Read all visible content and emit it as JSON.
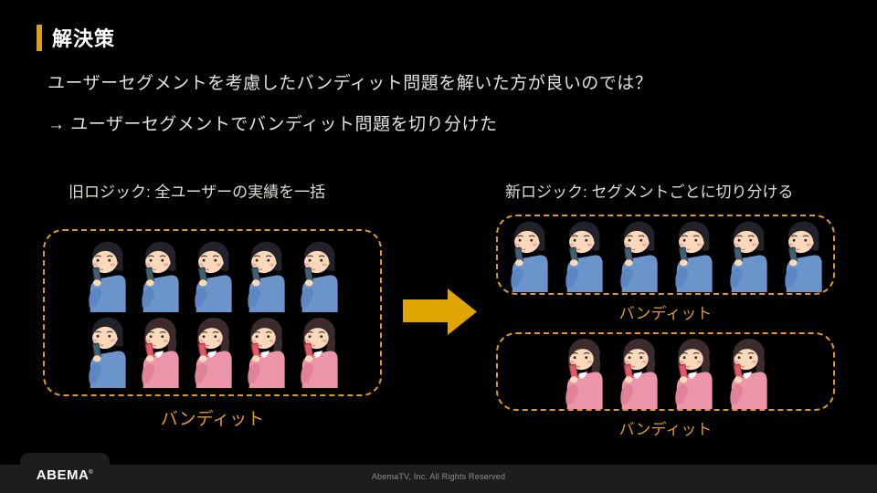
{
  "slide": {
    "title": "解決策",
    "lines": {
      "question": "ユーザーセグメントを考慮したバンディット問題を解いた方が良いのでは？",
      "answer": "→ ユーザーセグメントでバンディット問題を切り分けた"
    }
  },
  "old_logic": {
    "heading": "旧ロジック: 全ユーザーの実績を一括",
    "bandit_label": "バンディット",
    "rows": [
      [
        "male",
        "male",
        "male",
        "male",
        "male"
      ],
      [
        "male",
        "female",
        "female",
        "female",
        "female"
      ]
    ]
  },
  "new_logic": {
    "heading": "新ロジック: セグメントごとに切り分ける",
    "segments": [
      {
        "members": [
          "male",
          "male",
          "male",
          "male",
          "male",
          "male"
        ],
        "bandit_label": "バンディット"
      },
      {
        "members": [
          "female",
          "female",
          "female",
          "female"
        ],
        "bandit_label": "バンディット"
      }
    ]
  },
  "footer": {
    "logo_text": "ABEMA",
    "registered_mark": "®",
    "copyright": "AbemaTV, Inc. All Rights Reserved"
  },
  "icons": {
    "male": "male-user-with-smartphone-icon",
    "female": "female-user-with-smartphone-icon",
    "arrow": "right-arrow-icon"
  },
  "colors": {
    "background": "#000000",
    "title_accent_gold": "#D9A01F",
    "dashed_border_orange": "#E09A1E",
    "bandit_text_orange": "#DE9B2D",
    "arrow_gold": "#E0A500",
    "body_text": "#E4E2DD",
    "footer_bar": "#1D1D1D",
    "male_sweater_blue": "#6B94CB",
    "female_sweater_pink": "#EC94A9"
  }
}
